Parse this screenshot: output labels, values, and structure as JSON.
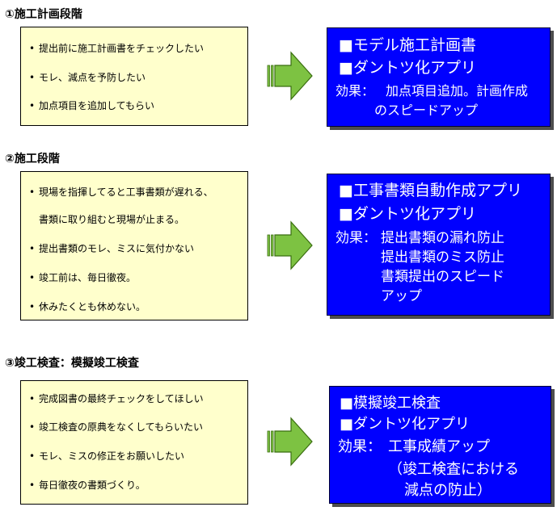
{
  "sections": [
    {
      "title": "①施工計画段階",
      "problems": [
        "提出前に施工計画書をチェックしたい",
        "モレ、減点を予防したい",
        "加点項目を追加してもらい"
      ],
      "solution": {
        "items": [
          "■モデル施工計画書",
          "■ダントツ化アプリ"
        ],
        "effect_label": "効果：",
        "effects": [
          "加点項目追加。計画作成",
          "のスピードアップ"
        ]
      }
    },
    {
      "title": "②施工段階",
      "problems": [
        "現場を指揮してると工事書類が遅れる、",
        "書類に取り組むと現場が止まる。",
        "提出書類のモレ、ミスに気付かない",
        "竣工前は、毎日徹夜。",
        "休みたくとも休めない。"
      ],
      "solution": {
        "items": [
          "■工事書類自動作成アプリ",
          "■ダントツ化アプリ"
        ],
        "effect_label": "効果：",
        "effects": [
          "提出書類の漏れ防止",
          "提出書類のミス防止",
          "書類提出のスピード",
          "アップ"
        ]
      }
    },
    {
      "title": "③竣工検査：模擬竣工検査",
      "problems": [
        "完成図書の最終チェックをしてほしい",
        "竣工検査の原典をなくしてもらいたい",
        "モレ、ミスの修正をお願いしたい",
        "毎日徹夜の書類づくり。"
      ],
      "solution": {
        "items": [
          "■模擬竣工検査",
          "■ダントツ化アプリ"
        ],
        "effect_label": "効果：",
        "effects": [
          "工事成績アップ",
          "（竣工検査における",
          "減点の防止）"
        ]
      }
    }
  ],
  "bullet": "•",
  "colors": {
    "problem_bg": "#ffffcc",
    "solution_bg": "#0000ff",
    "arrow_fill": "#7dc242",
    "arrow_stroke": "#3a6e10"
  }
}
